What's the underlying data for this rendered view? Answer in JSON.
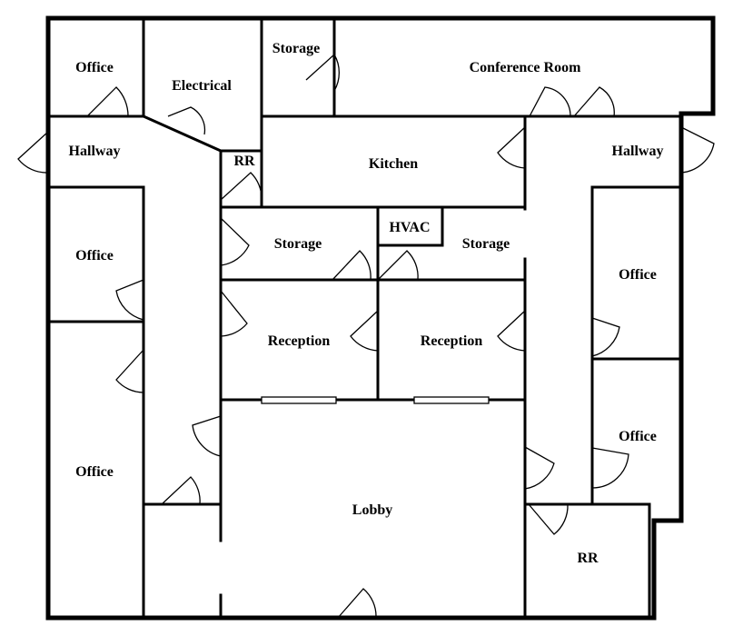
{
  "floor_plan": {
    "rooms": {
      "office_top_left": "Office",
      "electrical": "Electrical",
      "storage_top": "Storage",
      "conference_room": "Conference Room",
      "hallway_left": "Hallway",
      "restroom_small": "RR",
      "kitchen": "Kitchen",
      "hallway_right": "Hallway",
      "office_left_mid": "Office",
      "storage_center_left": "Storage",
      "hvac": "HVAC",
      "storage_center_right": "Storage",
      "office_right_upper": "Office",
      "reception_left": "Reception",
      "reception_right": "Reception",
      "office_right_lower": "Office",
      "office_left_bottom": "Office",
      "lobby": "Lobby",
      "restroom_bottom_right": "RR"
    }
  }
}
